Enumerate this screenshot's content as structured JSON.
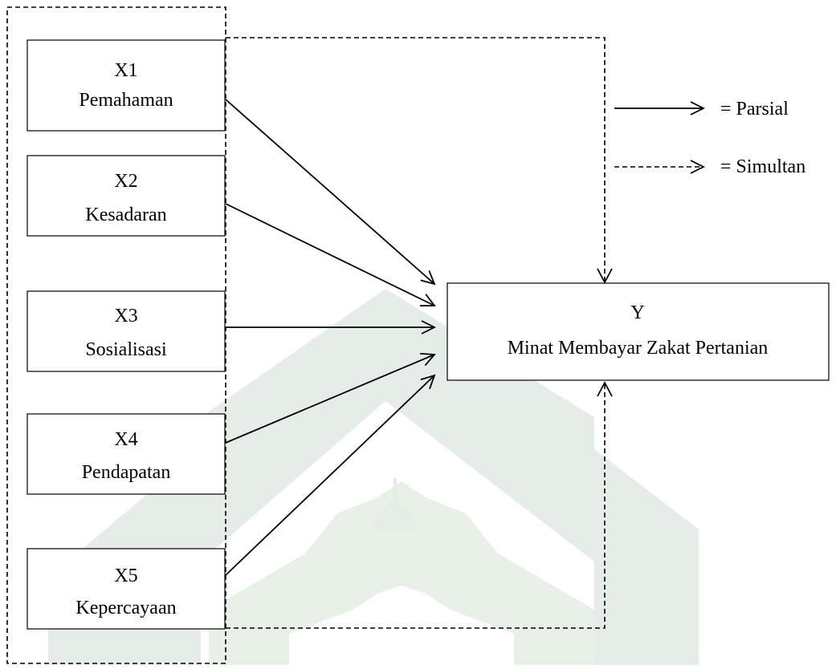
{
  "colors": {
    "line": "#000000",
    "watermark": "#e6ece6",
    "watermark_accent": "#e8f0e8"
  },
  "variables": [
    {
      "code": "X1",
      "name": "Pemahaman"
    },
    {
      "code": "X2",
      "name": "Kesadaran"
    },
    {
      "code": "X3",
      "name": "Sosialisasi"
    },
    {
      "code": "X4",
      "name": "Pendapatan"
    },
    {
      "code": "X5",
      "name": "Kepercayaan"
    }
  ],
  "dependent": {
    "code": "Y",
    "name": "Minat Membayar Zakat Pertanian"
  },
  "legend": {
    "partial": "= Parsial",
    "simultaneous": "= Simultan"
  }
}
